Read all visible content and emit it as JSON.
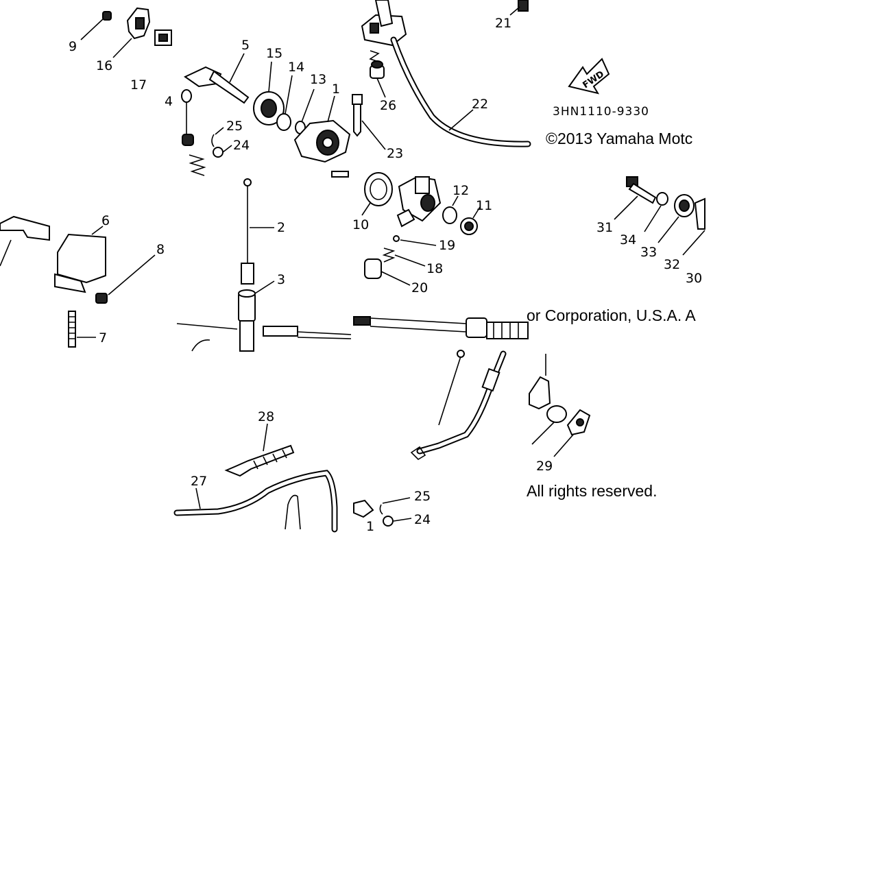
{
  "diagram": {
    "part_number": "3HN1110-9330",
    "fwd_label": "FWD",
    "copyright": {
      "line1": "©2013 Yamaha Motc",
      "line2": "or Corporation, U.S.A. A",
      "line3": "All rights reserved."
    },
    "callouts": [
      "9",
      "16",
      "17",
      "5",
      "15",
      "14",
      "13",
      "1",
      "4",
      "25",
      "24",
      "23",
      "21",
      "26",
      "22",
      "2",
      "3",
      "6",
      "8",
      "7",
      "10",
      "12",
      "11",
      "19",
      "18",
      "20",
      "31",
      "34",
      "33",
      "32",
      "30",
      "28",
      "27",
      "25",
      "24",
      "1",
      "29"
    ]
  }
}
